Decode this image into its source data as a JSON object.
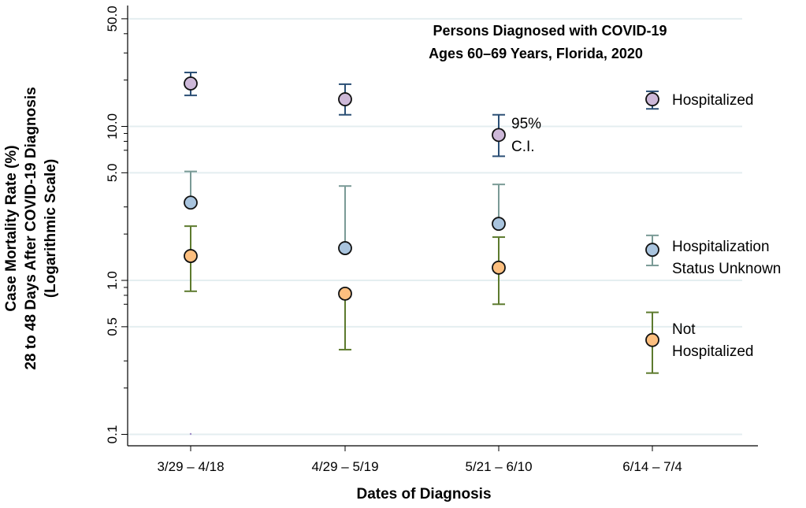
{
  "chart_data": {
    "type": "scatter",
    "title": [
      "Persons Diagnosed with COVID-19",
      "Ages 60–69 Years, Florida, 2020"
    ],
    "xlabel": "Dates of Diagnosis",
    "ylabel": [
      "Case Mortality Rate (%)",
      "28 to 48 Days After COVID-19 Diagnosis",
      "(Logarithmic Scale)"
    ],
    "yscale": "log",
    "ylim": [
      0.1,
      50
    ],
    "ymajor_ticks": [
      50,
      10,
      5,
      1,
      0.5,
      0.1
    ],
    "ytick_labels": [
      "50.0",
      "10.0",
      "5.0",
      "1.0",
      "0.5",
      "0.1"
    ],
    "yminor_ticks": [
      40,
      30,
      20,
      9,
      8,
      7,
      3,
      2,
      0.9,
      0.8,
      0.7,
      0.3,
      0.2
    ],
    "grid": true,
    "categories": [
      "3/29 – 4/18",
      "4/29 – 5/19",
      "5/21 – 6/10",
      "6/14 – 7/4"
    ],
    "ci_annotation": [
      "95%",
      "C.I."
    ],
    "legend_placement": "right",
    "series": [
      {
        "name": "Hospitalized",
        "legend": [
          "Hospitalized"
        ],
        "fill": "#cdb8d8",
        "ci_color": "#2b4f75",
        "values": [
          19.0,
          15.0,
          8.8,
          15.0
        ],
        "lower": [
          15.9,
          11.9,
          6.4,
          13.0
        ],
        "upper": [
          22.4,
          18.8,
          11.9,
          16.9
        ]
      },
      {
        "name": "Hospitalization Status Unknown",
        "legend": [
          "Hospitalization",
          "Status Unknown"
        ],
        "fill": "#a9c4de",
        "ci_color": "#7a9a96",
        "values": [
          3.2,
          1.62,
          2.33,
          1.58
        ],
        "lower": [
          null,
          null,
          null,
          1.25
        ],
        "upper": [
          5.1,
          4.1,
          4.2,
          1.96
        ]
      },
      {
        "name": "Not Hospitalized",
        "legend": [
          "Not",
          "Hospitalized"
        ],
        "fill": "#fdbf7f",
        "ci_color": "#5d7a2e",
        "values": [
          1.44,
          0.82,
          1.21,
          0.41
        ],
        "lower": [
          0.85,
          0.355,
          0.7,
          0.25
        ],
        "upper": [
          2.25,
          null,
          1.91,
          0.62
        ]
      }
    ]
  }
}
